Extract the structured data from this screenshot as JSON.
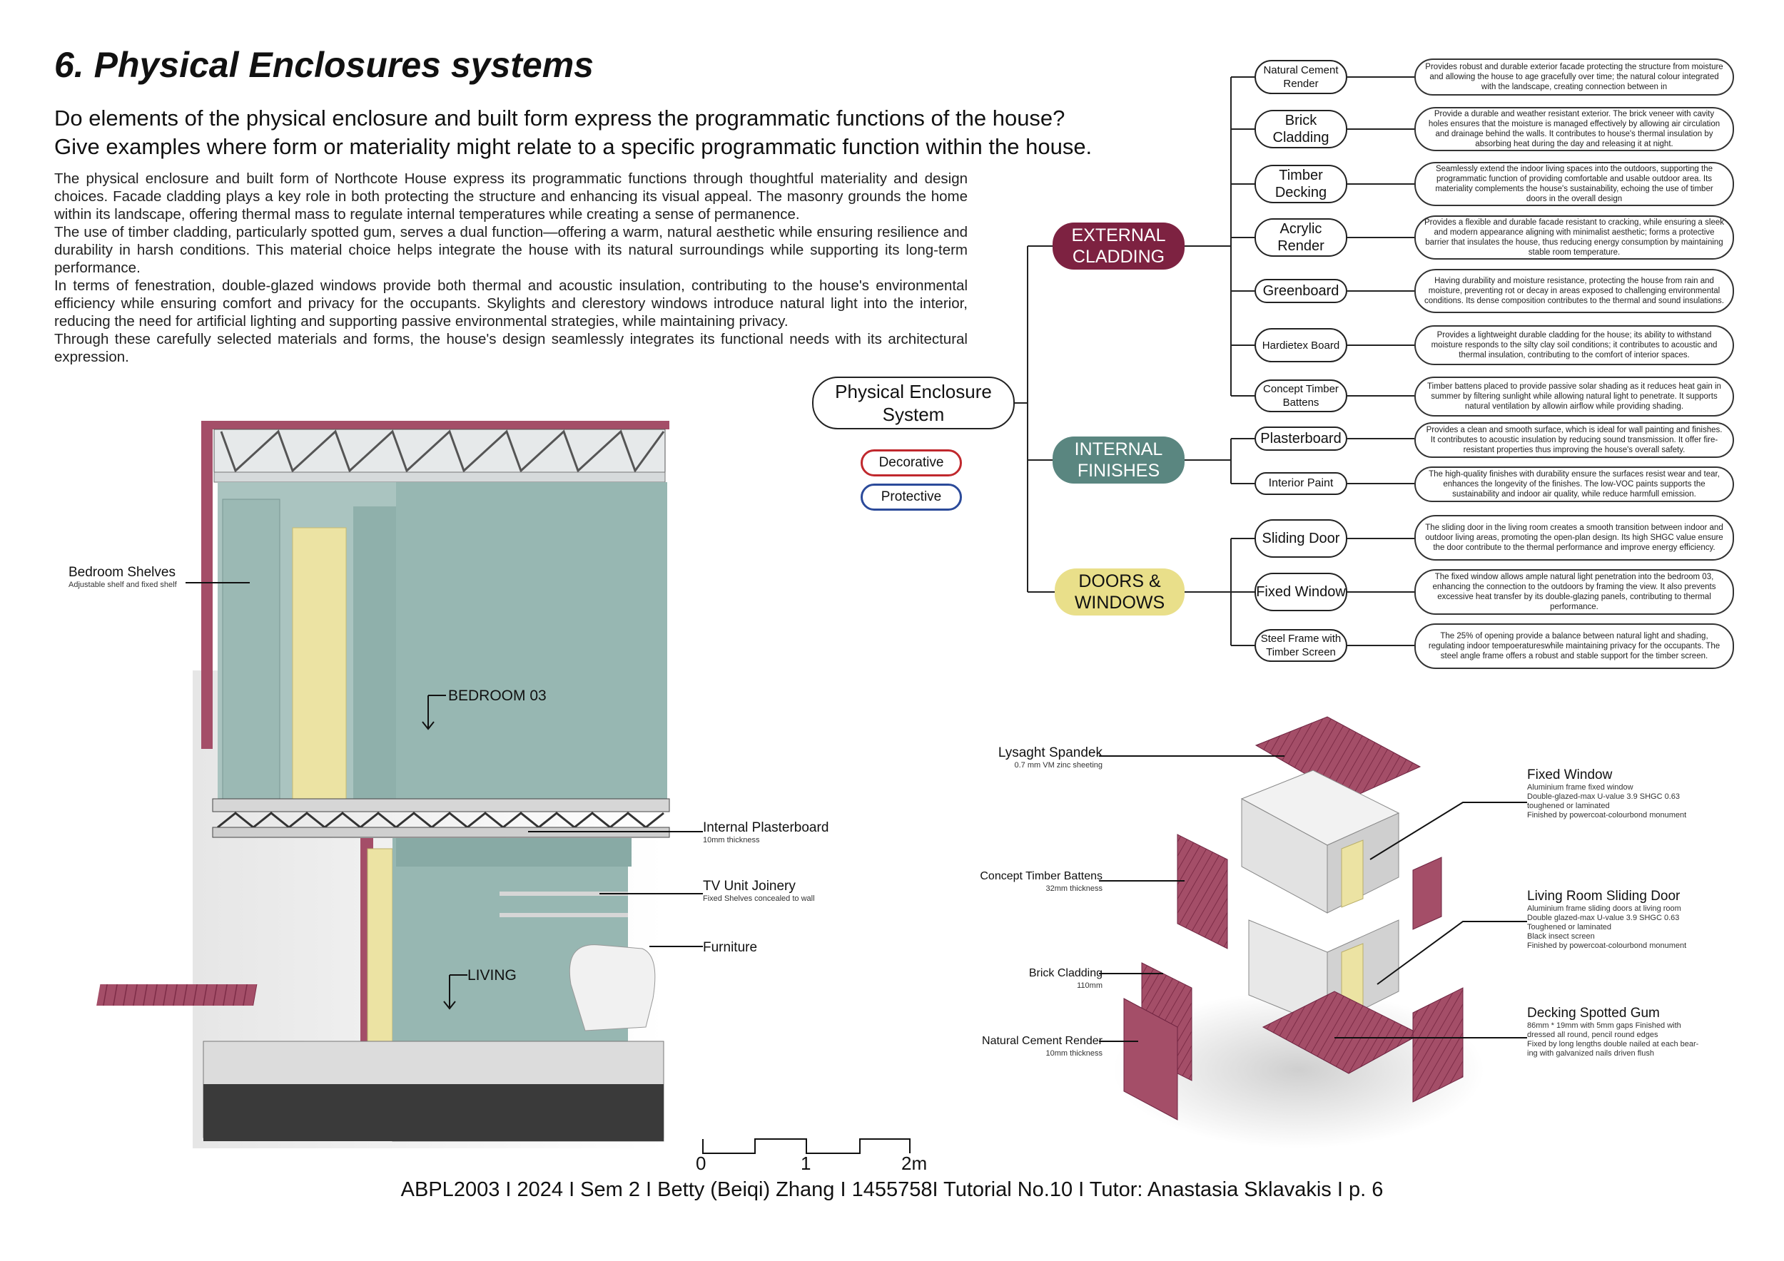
{
  "page": {
    "title": "6. Physical Enclosures systems",
    "question": "Do elements of the physical enclosure and built form express the programmatic functions of the house? Give examples where form or materiality might relate to a specific programmatic function within the house.",
    "paragraphs": [
      "The physical enclosure and built form of Northcote House express its programmatic functions through thoughtful materiality and design choices. Facade cladding plays a key role in both protecting the structure and enhancing its visual appeal. The masonry grounds the home within its landscape, offering thermal mass to regulate internal temperatures while creating a sense of permanence.",
      "The use of timber cladding, particularly spotted gum, serves a dual function—offering a warm, natural aesthetic while ensuring resilience and durability in harsh conditions. This material choice helps integrate the house with its natural surroundings while supporting its long-term performance.",
      "In terms of fenestration, double-glazed windows provide both thermal and acoustic insulation, contributing to the house's environmental efficiency while ensuring comfort and privacy for the occupants. Skylights and clerestory windows introduce natural light into the interior, reducing the need for artificial lighting and supporting passive environmental strategies, while maintaining privacy.",
      "Through these carefully selected materials and forms, the house's design seamlessly integrates its functional needs with its architectural expression."
    ],
    "footer": "ABPL2003 I 2024 I Sem 2 I Betty (Beiqi) Zhang I 1455758I Tutorial No.10 I Tutor: Anastasia Sklavakis I p. 6"
  },
  "mindmap": {
    "root": "Physical Enclosure System",
    "legend": [
      {
        "label": "Decorative",
        "color": "#c0282d"
      },
      {
        "label": "Protective",
        "color": "#2b4a9a"
      }
    ],
    "categories": [
      {
        "label": "EXTERNAL CLADDING",
        "color": "#7d2241"
      },
      {
        "label": "INTERNAL FINISHES",
        "color": "#5a8680"
      },
      {
        "label": "DOORS & WINDOWS",
        "color": "#e9df8a"
      }
    ],
    "items": [
      {
        "label": "Natural Cement Render",
        "desc": "Provides robust and durable exterior facade protecting the structure from moisture and allowing the house to age gracefully over time; the natural colour integrated with the landscape, creating connection between in"
      },
      {
        "label": "Brick Cladding",
        "desc": "Provide a durable and weather resistant exterior. The brick veneer with cavity holes ensures that the moisture is managed effectively by allowing air circulation and drainage behind the walls. It contributes to house's thermal insulation by absorbing heat during the day and releasing it at night."
      },
      {
        "label": "Timber Decking",
        "desc": "Seamlessly extend the indoor living spaces into the outdoors, supporting the programmatic function of providing comfortable and usable outdoor area. Its materiality complements the house's sustainability, echoing the use of timber doors in the overall design"
      },
      {
        "label": "Acrylic Render",
        "desc": "Provides a flexible and durable facade resistant to cracking, while ensuring a sleek and modern appearance aligning with minimalist aesthetic; forms a protective barrier that insulates the house, thus reducing energy consumption by maintaining stable room temperature."
      },
      {
        "label": "Greenboard",
        "desc": "Having durability and moisture resistance, protecting the house from rain and moisture, preventing rot or decay in areas exposed to challenging environmental conditions. Its dense composition contributes to the thermal and sound insulations."
      },
      {
        "label": "Hardietex Board",
        "desc": "Provides a lightweight durable cladding for the house; its ability to withstand moisture responds to the silty clay soil conditions; it contributes to acoustic and thermal insulation, contributing to the comfort of interior spaces."
      },
      {
        "label": "Concept Timber Battens",
        "desc": "Timber battens placed to provide passive solar shading as it reduces heat gain in summer by filtering sunlight while allowing natural light to penetrate. It supports natural ventilation by allowin airflow while providing shading."
      },
      {
        "label": "Plasterboard",
        "desc": "Provides a clean and smooth surface, which is ideal for wall painting and finishes. It contributes to acoustic insulation by reducing sound transmission. It offer fire-resistant properties thus improving the house's overall safety."
      },
      {
        "label": "Interior Paint",
        "desc": "The high-quality finishes with durability ensure the surfaces resist wear and tear, enhances the longevity of the finishes. The low-VOC paints supports the sustainability and indoor air quality, while reduce harmfull emission."
      },
      {
        "label": "Sliding Door",
        "desc": "The sliding door in the living room creates a smooth transition between indoor and outdoor living areas, promoting the open-plan design. Its high SHGC value ensure the door contribute to the thermal performance and improve energy efficiency."
      },
      {
        "label": "Fixed Window",
        "desc": "The fixed window allows ample natural light penetration into the bedroom 03, enhancing the connection to the outdoors by framing the view. It also prevents excessive heat transfer by its double-glazing panels, contributing to thermal performance."
      },
      {
        "label": "Steel Frame with Timber Screen",
        "desc": "The 25% of opening provide a balance between natural light and shading, regulating indoor tempoeratureswhile maintaining privacy for the occupants. The steel angle frame offers a robust and stable support for the timber screen."
      }
    ]
  },
  "section": {
    "labels": [
      {
        "title": "Bedroom Shelves",
        "sub": "Adjustable shelf and fixed shelf"
      },
      {
        "title": "Internal Plasterboard",
        "sub": "10mm thickness"
      },
      {
        "title": "TV Unit Joinery",
        "sub": "Fixed Shelves concealed to wall"
      },
      {
        "title": "Furniture",
        "sub": ""
      }
    ],
    "rooms": [
      "BEDROOM 03",
      "LIVING"
    ],
    "scale": [
      "0",
      "1",
      "2m"
    ]
  },
  "axo": {
    "left": [
      {
        "title": "Lysaght Spandek",
        "sub": "0.7 mm VM zinc sheeting"
      },
      {
        "title": "Concept Timber Battens",
        "sub": "32mm thickness"
      },
      {
        "title": "Brick Cladding",
        "sub": "110mm"
      },
      {
        "title": "Natural Cement Render",
        "sub": "10mm thickness"
      }
    ],
    "right": [
      {
        "title": "Fixed Window",
        "lines": [
          "Aluminium frame fixed window",
          "Double-glazed-max U-value 3.9 SHGC 0.63",
          "toughened or laminated",
          "Finished by powercoat-colourbond monument"
        ]
      },
      {
        "title": "Living Room Sliding Door",
        "lines": [
          "Aluminium frame sliding doors at living room",
          "Double glazed-max U-value 3.9 SHGC 0.63",
          "Toughened or laminated",
          "Black insect screen",
          "Finished by powercoat-colourbond monument"
        ]
      },
      {
        "title": "Decking Spotted Gum",
        "lines": [
          "86mm * 19mm with 5mm gaps Finished with",
          "dressed all round, pencil round edges",
          "Fixed by long lengths double nailed at each bear-",
          "ing with galvanized nails driven flush"
        ]
      }
    ]
  },
  "colors": {
    "maroon": "#7d2241",
    "teal": "#5a8680",
    "yellow": "#e9df8a",
    "wall": "#97b7b2",
    "brick": "#a44e68"
  }
}
